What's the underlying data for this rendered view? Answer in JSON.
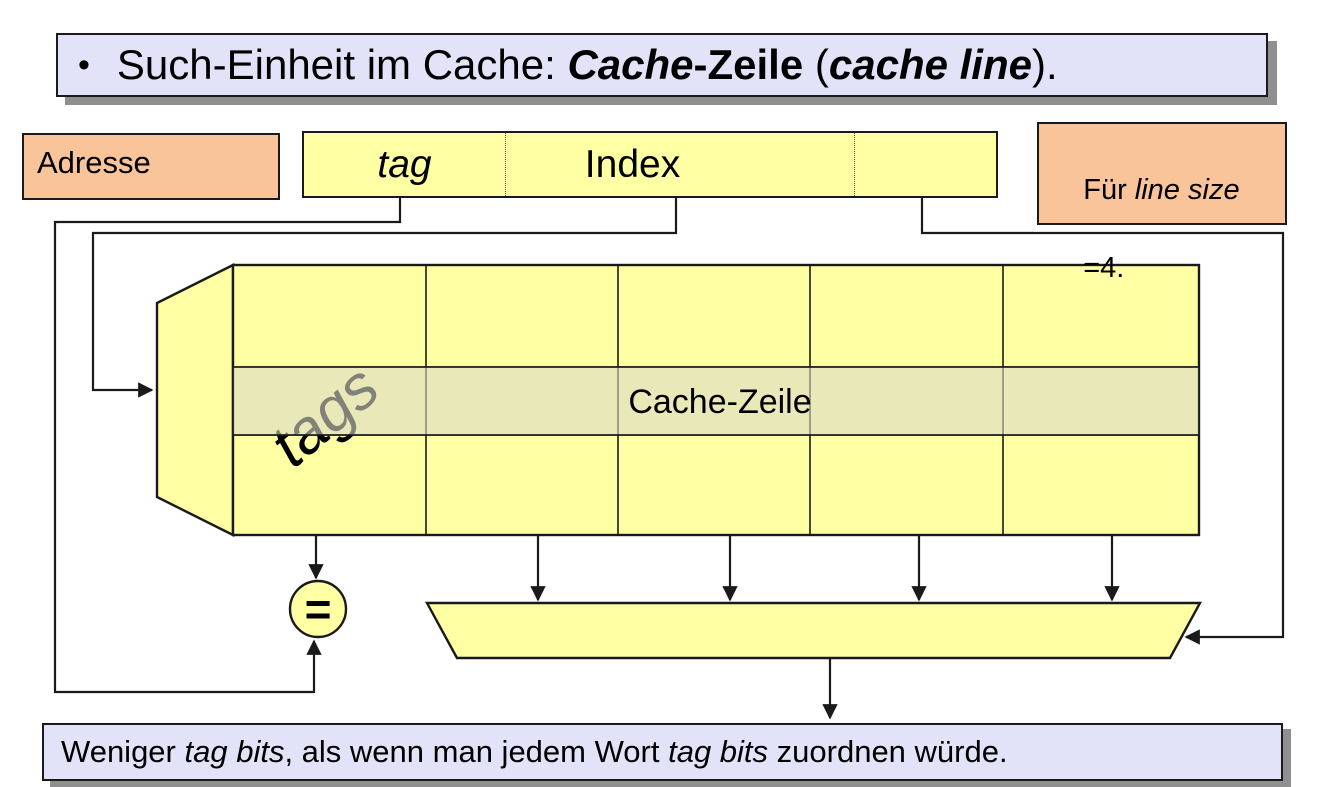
{
  "colors": {
    "lavender": "#e2e2f8",
    "orange": "#f9c49a",
    "yellow": "#ffffa3",
    "band": "#d8d8c8",
    "shadow": "#8f8f8f",
    "line": "#1a1a1a"
  },
  "top_banner": {
    "bullet": "•",
    "lead": "Such-Einheit im Cache: ",
    "term_de_bold_italic": "Cache",
    "term_de_bold": "-Zeile",
    "open": " (",
    "term_en": "cache line",
    "close": ")."
  },
  "address": {
    "label": "Adresse",
    "tag": "tag",
    "index": "Index"
  },
  "line_size_note": {
    "line1_regular": "Für ",
    "line1_italic": "line size",
    "line2": "=4."
  },
  "cache": {
    "tags": "tags",
    "row_label": "Cache-Zeile",
    "columns": 5,
    "rows": 3
  },
  "comparator": {
    "symbol": "="
  },
  "bottom_banner": {
    "p1": "Weniger ",
    "i1": "tag bits",
    "p2": ", als wenn man jedem Wort ",
    "i2": "tag bits",
    "p3": " zuordnen würde."
  }
}
